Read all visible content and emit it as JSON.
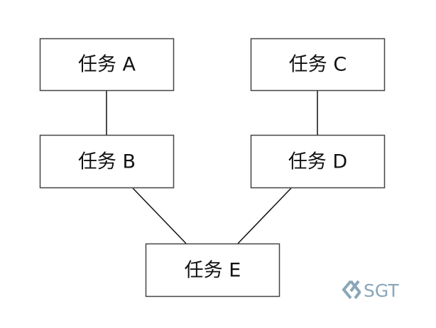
{
  "diagram": {
    "nodes": [
      {
        "id": "a",
        "label": "任务 A"
      },
      {
        "id": "b",
        "label": "任务 B"
      },
      {
        "id": "c",
        "label": "任务 C"
      },
      {
        "id": "d",
        "label": "任务 D"
      },
      {
        "id": "e",
        "label": "任务 E"
      }
    ],
    "edges": [
      {
        "from": "a",
        "to": "b"
      },
      {
        "from": "c",
        "to": "d"
      },
      {
        "from": "b",
        "to": "e"
      },
      {
        "from": "d",
        "to": "e"
      }
    ]
  },
  "watermark": {
    "text": "SGT",
    "icon": "sgt-logo-icon",
    "color": "#8aa6b8"
  },
  "colors": {
    "node_border": "#444444",
    "edge": "#111111",
    "text": "#111111"
  }
}
